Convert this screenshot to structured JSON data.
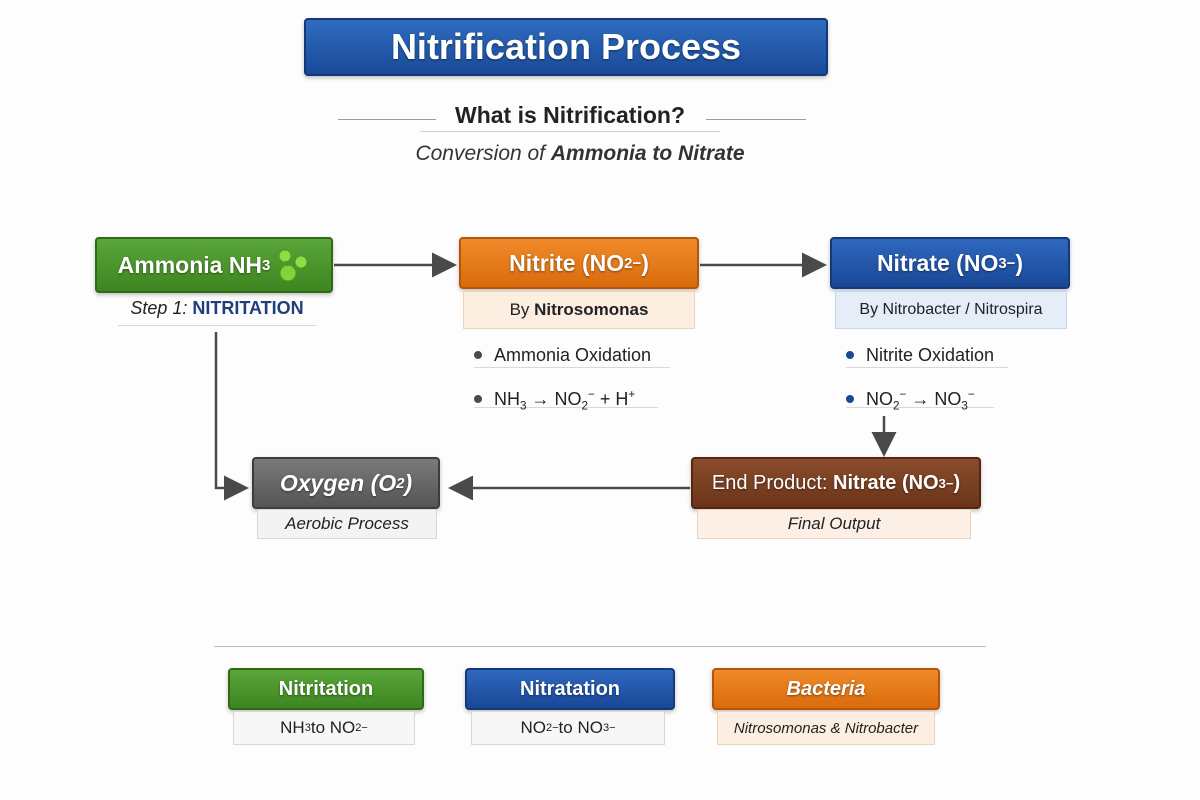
{
  "title": "Nitrification Process",
  "subtitle": "What is Nitrification?",
  "tagline": {
    "prefix": "Conversion of ",
    "bold": "Ammonia to Nitrate"
  },
  "nodes": {
    "ammonia": {
      "label": "Ammonia NH",
      "sub": "3",
      "step_prefix": "Step 1: ",
      "step_bold": "NITRITATION",
      "color": "#3d8520"
    },
    "nitrite": {
      "label": "Nitrite (NO",
      "sub": "2",
      "sup": "−",
      "close": ")",
      "by_prefix": "By ",
      "by_bold": "Nitrosomonas",
      "color": "#d96b0c"
    },
    "nitrate": {
      "label": "Nitrate (NO",
      "sub": "3",
      "sup": "−",
      "close": ")",
      "by": "By Nitrobacter / Nitrospira",
      "color": "#1a4796"
    },
    "oxygen": {
      "label": "Oxygen (O",
      "sub": "2",
      "close": ")",
      "desc": "Aerobic Process",
      "color": "#555555"
    },
    "end_product": {
      "prefix": "End Product: ",
      "bold": "Nitrate (NO",
      "sub": "3",
      "sup": "−",
      "close": ")",
      "desc": "Final Output",
      "color": "#6b3418"
    }
  },
  "bullets_left": {
    "item1": "Ammonia Oxidation",
    "eq": {
      "a": "NH",
      "a_sub": "3",
      "arrow": " → NO",
      "b_sub": "2",
      "b_sup": "−",
      "c": " + H",
      "c_sup": "+"
    }
  },
  "bullets_right": {
    "item1": "Nitrite Oxidation",
    "eq": {
      "a": "NO",
      "a_sub": "2",
      "a_sup": "−",
      "arrow": " → NO",
      "b_sub": "3",
      "b_sup": "−"
    }
  },
  "legend": [
    {
      "label": "Nitritation",
      "desc_a": "NH",
      "desc_a_sub": "3",
      "desc_mid": " to NO",
      "desc_b_sub": "2",
      "desc_b_sup": "−",
      "color": "#3d8520"
    },
    {
      "label": "Nitratation",
      "desc_a": "NO",
      "desc_a_sub": "2",
      "desc_a_sup": "−",
      "desc_mid": " to NO",
      "desc_b_sub": "3",
      "desc_b_sup": "−",
      "color": "#1a4796"
    },
    {
      "label": "Bacteria",
      "desc": "Nitrosomonas & Nitrobacter",
      "color": "#d96b0c"
    }
  ],
  "colors": {
    "arrow": "#4a4a4a",
    "molecule": "#7fd43a"
  }
}
